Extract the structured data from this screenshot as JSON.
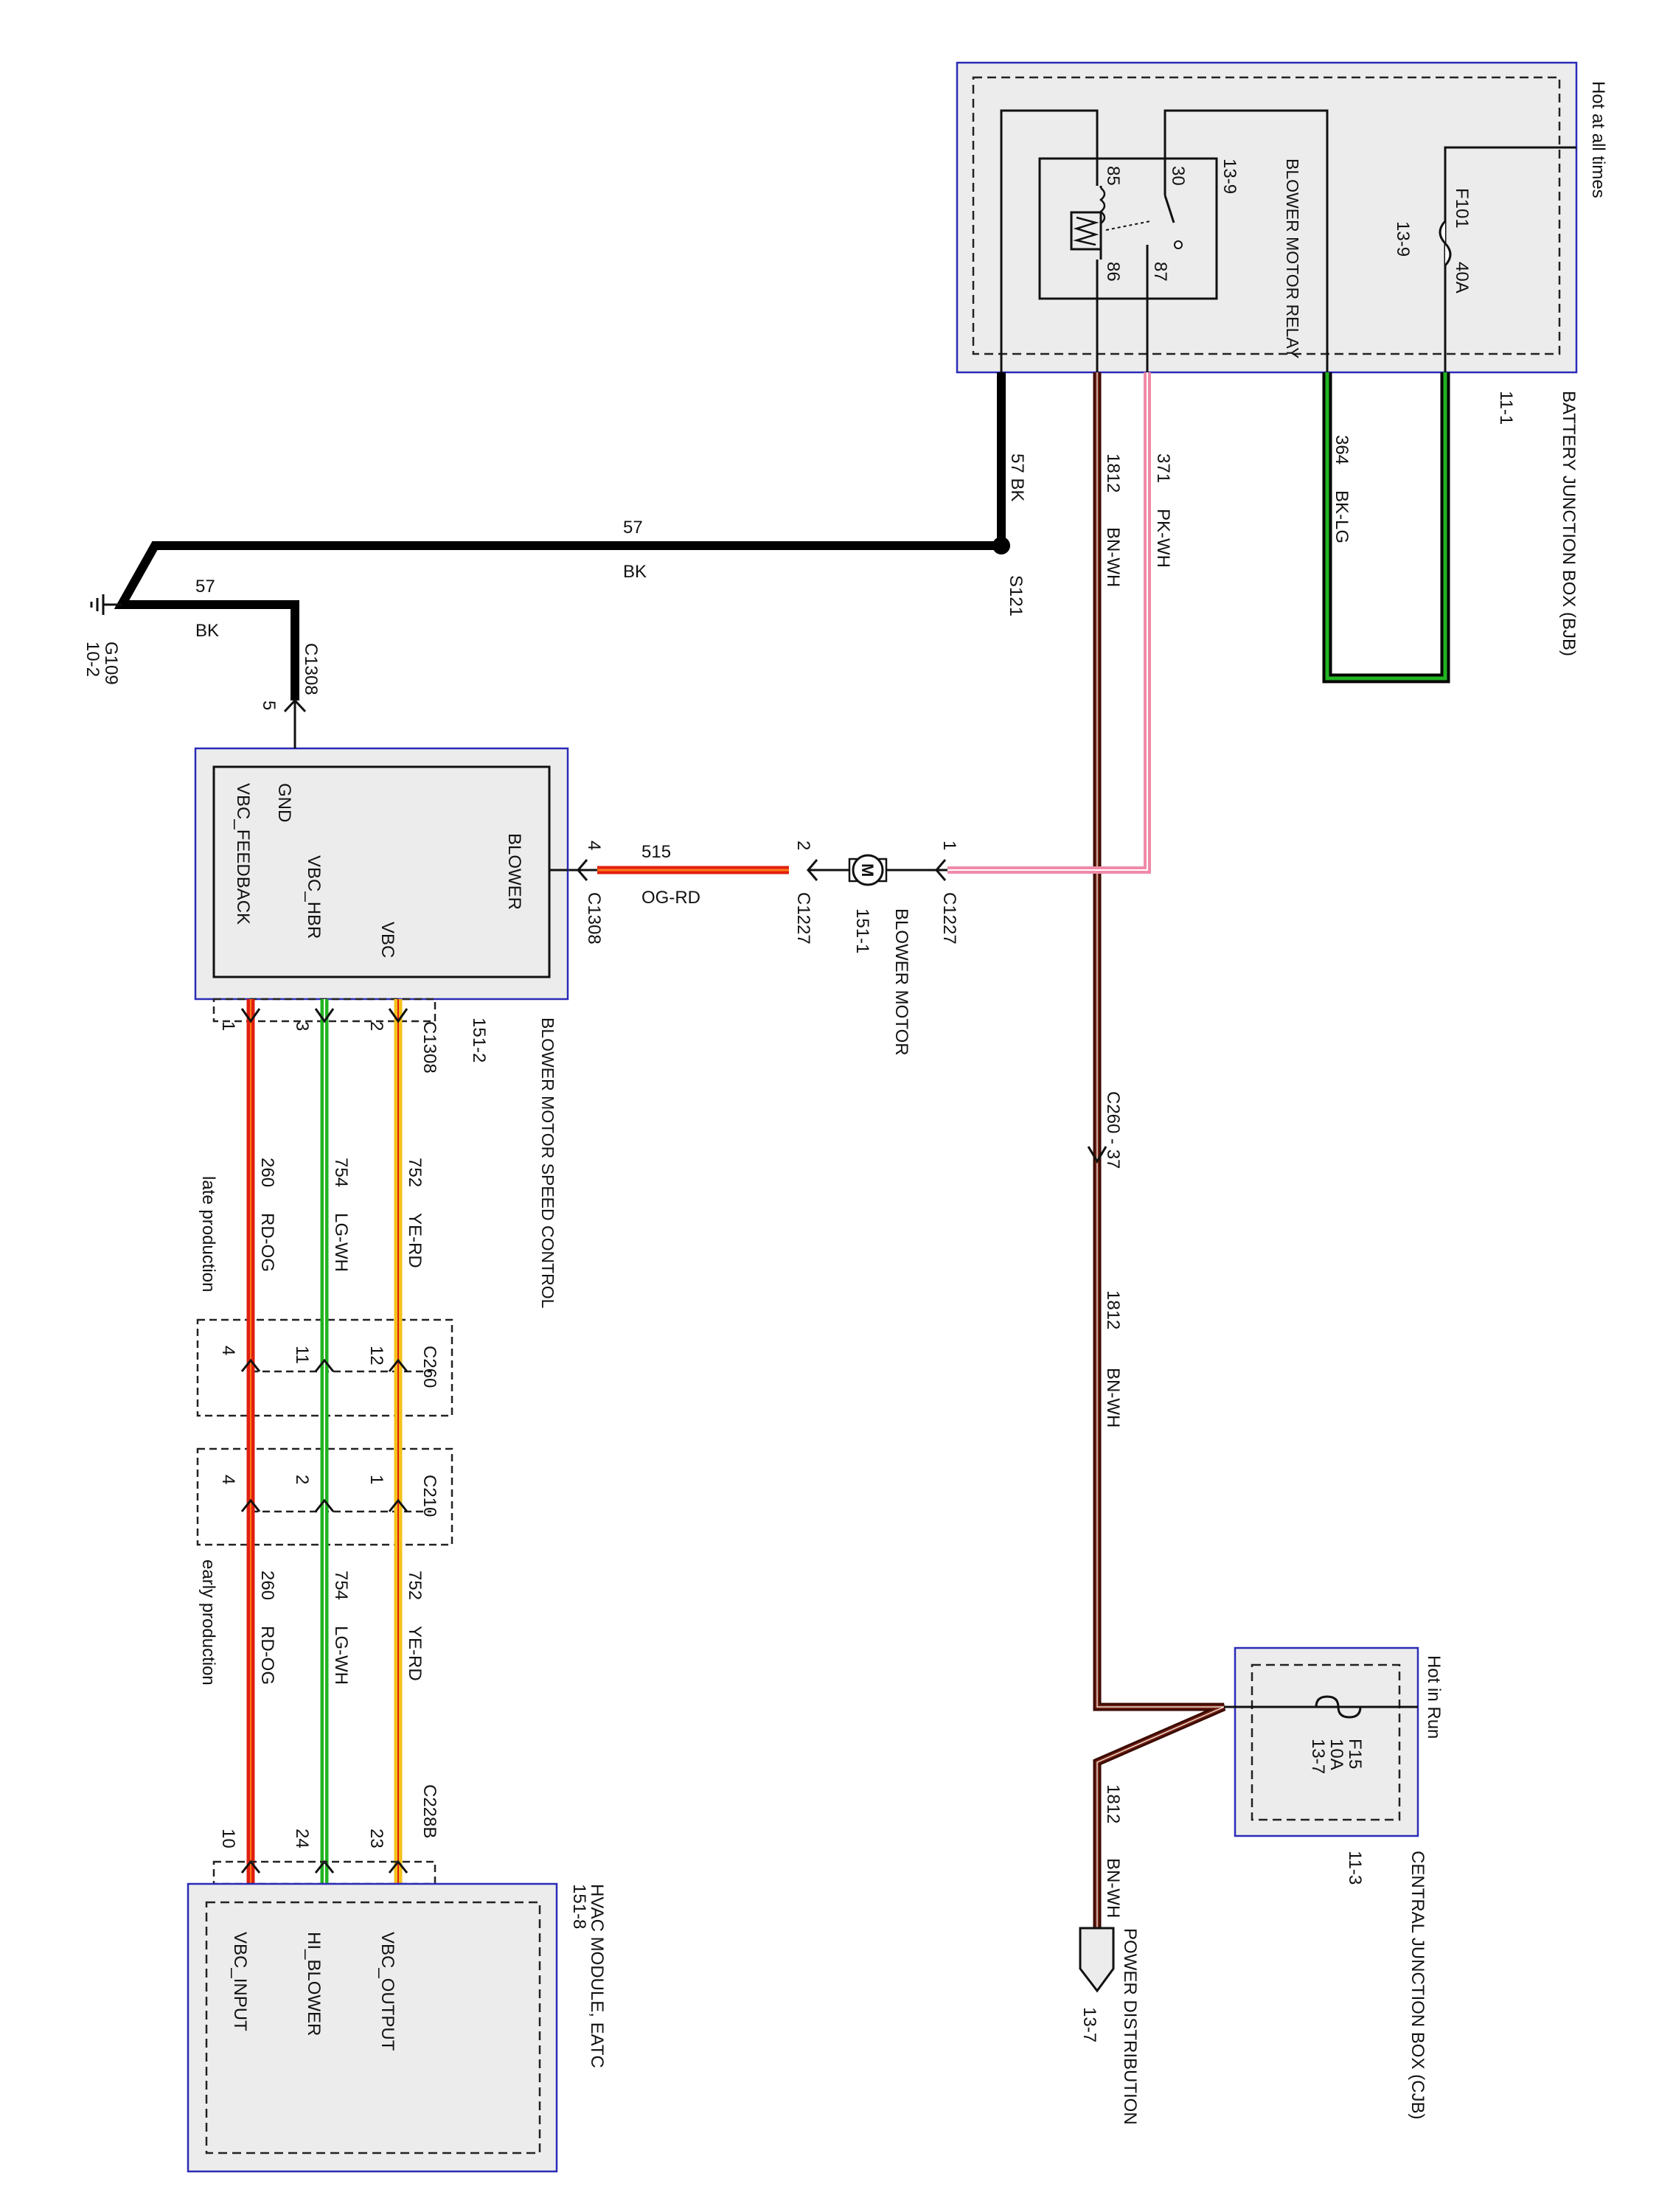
{
  "bjb": {
    "title": "BATTERY JUNCTION BOX (BJB)",
    "ref": "11-1",
    "hot": "Hot at all times",
    "fuse": "F101",
    "fuse_amp": "40A",
    "fuse_ref": "13-9"
  },
  "relay": {
    "title": "BLOWER MOTOR RELAY",
    "ref": "13-9",
    "pin85": "85",
    "pin86": "86",
    "pin30": "30",
    "pin87": "87"
  },
  "cjb": {
    "title": "CENTRAL JUNCTION BOX (CJB)",
    "ref": "11-3",
    "hot": "Hot in Run",
    "fuse": "F15",
    "fuse_amp": "10A",
    "fuse_ref": "13-7"
  },
  "power_distribution": {
    "title": "POWER DISTRIBUTION",
    "ref": "13-7"
  },
  "blower_motor": {
    "title": "BLOWER MOTOR",
    "ref": "151-1",
    "symbol": "M"
  },
  "blower_control": {
    "title": "BLOWER MOTOR SPEED CONTROL",
    "ref": "151-2",
    "pins": {
      "gnd": "GND",
      "blower": "BLOWER",
      "vbc": "VBC",
      "vbc_hbr": "VBC_HBR",
      "vbc_feedback": "VBC_FEEDBACK"
    }
  },
  "hvac": {
    "title": "HVAC MODULE, EATC",
    "ref": "151-8",
    "pins": {
      "vbc_output": "VBC_OUTPUT",
      "hi_blower": "HI_BLOWER",
      "vbc_input": "VBC_INPUT"
    }
  },
  "ground": {
    "name": "G109",
    "ref": "10-2"
  },
  "splice": {
    "name": "S121"
  },
  "connectors": {
    "c1308": "C1308",
    "c1227": "C1227",
    "c260": "C260",
    "c210": "C210",
    "c228b": "C228B",
    "c260_37": "C260 - 37"
  },
  "pins": {
    "p1": "1",
    "p2": "2",
    "p3": "3",
    "p4": "4",
    "p5": "5",
    "p10": "10",
    "p11": "11",
    "p12": "12",
    "p23": "23",
    "p24": "24"
  },
  "wires": {
    "w57_circuit": "57",
    "w57_color": "BK",
    "w57_vert": "57  BK",
    "w364_circuit": "364",
    "w364_color": "BK-LG",
    "w1812_circuit": "1812",
    "w1812_color": "BN-WH",
    "w371_circuit": "371",
    "w371_color": "PK-WH",
    "w515_circuit": "515",
    "w515_color": "OG-RD",
    "w752_circuit": "752",
    "w752_color": "YE-RD",
    "w754_circuit": "754",
    "w754_color": "LG-WH",
    "w260_circuit": "260",
    "w260_color": "RD-OG"
  },
  "notes": {
    "late": "late production",
    "early": "early production"
  },
  "colors": {
    "black": "#000000",
    "brown": "#5a1a0c",
    "pink": "#f08aa8",
    "green": "#22b422",
    "red": "#e02010",
    "orange": "#ff7a1a",
    "yellow": "#f4c21a",
    "box_blue": "#2b2bb8"
  }
}
